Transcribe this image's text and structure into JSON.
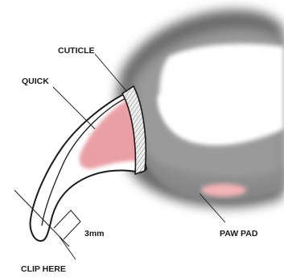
{
  "labels": {
    "cuticle": "CUTICLE",
    "quick": "QUICK",
    "measurement": "3mm",
    "paw_pad": "PAW PAD",
    "clip_here": "CLIP HERE"
  },
  "colors": {
    "fur_dark": "#5a5a5a",
    "fur_light": "#c8c8c8",
    "quick_pink": "#e58f96",
    "paw_pad_pink": "#f3b4b8",
    "outline": "#1a1a1a"
  }
}
